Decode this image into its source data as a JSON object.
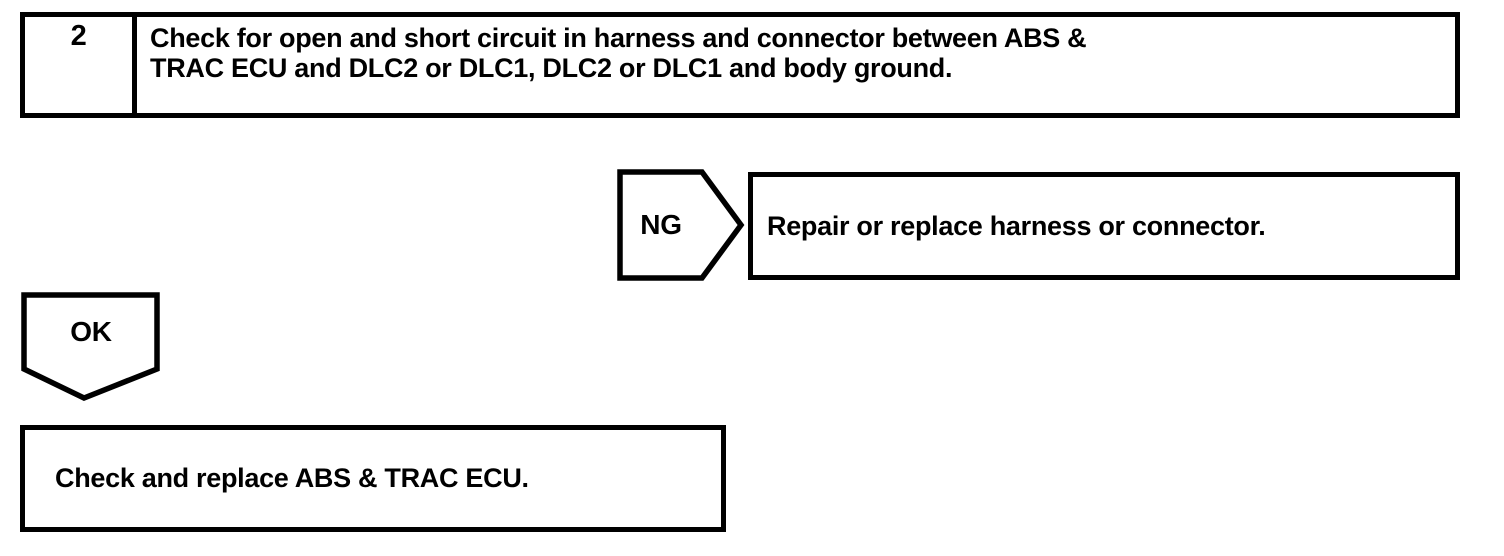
{
  "colors": {
    "ink": "#000000",
    "paper": "#ffffff"
  },
  "step_box": {
    "number": "2",
    "text_lines": [
      "Check for open and short circuit in harness and connector between ABS &",
      "TRAC ECU and DLC2 or DLC1, DLC2 or DLC1 and body ground."
    ]
  },
  "ng_branch": {
    "connector_label": "NG",
    "action": "Repair or replace harness or connector."
  },
  "ok_branch": {
    "connector_label": "OK",
    "action": "Check and replace ABS & TRAC ECU."
  }
}
